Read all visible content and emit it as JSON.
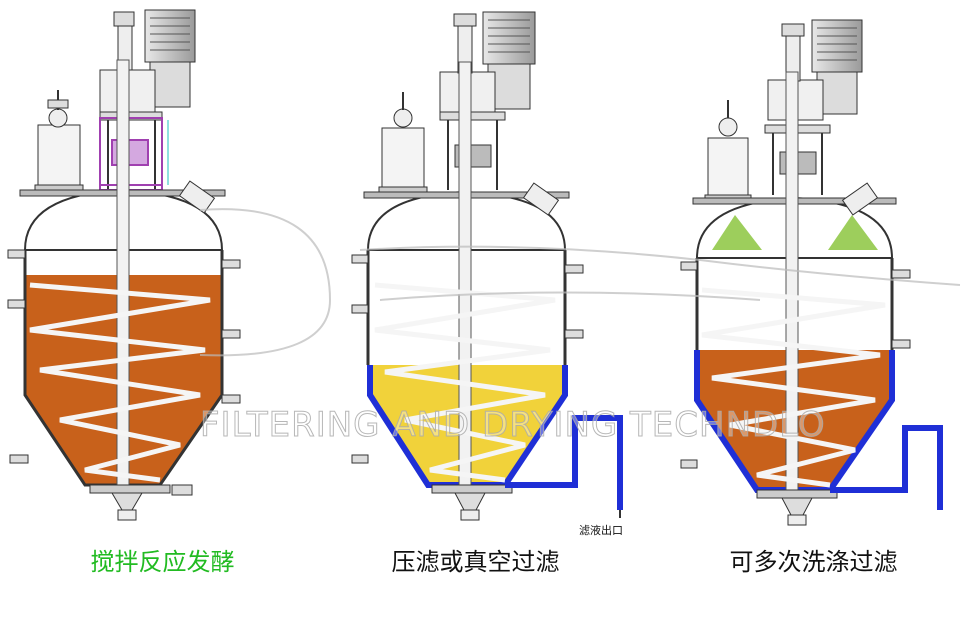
{
  "captions": {
    "stirring": "搅拌反应发酵",
    "pressure_vacuum": "压滤或真空过滤",
    "multi_wash": "可多次洗涤过滤"
  },
  "outlet_label": "滤液出口",
  "watermark": "FILTERING AND DRYING TECHNDLO",
  "colors": {
    "brown_liquid": "#c8611b",
    "yellow_liquid": "#f1d23a",
    "green_spray": "#8cc63f",
    "filter_blue": "#1f2fd6",
    "purple_coupling": "#a040b0",
    "caption_green": "#22bb22"
  }
}
